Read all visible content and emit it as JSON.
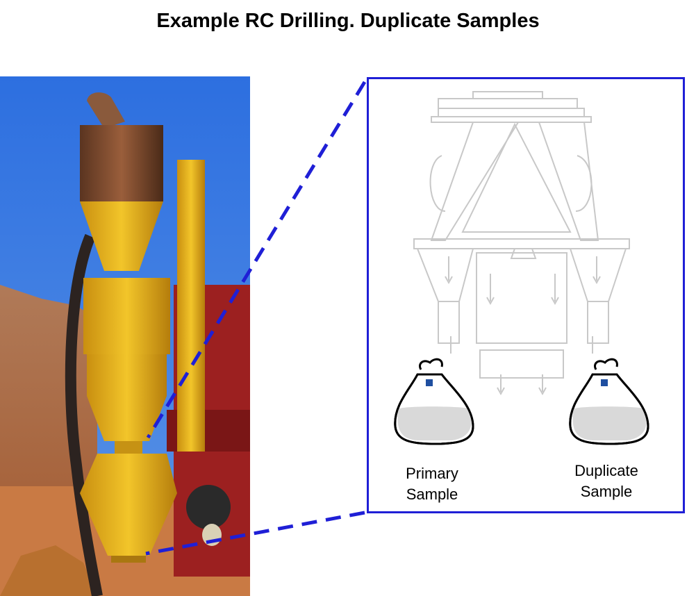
{
  "title": "Example RC Drilling. Duplicate Samples",
  "photo": {
    "subject": "rc-drill-rig-cyclone-splitter"
  },
  "inset": {
    "primary_label_line1": "Primary",
    "primary_label_line2": "Sample",
    "duplicate_label_line1": "Duplicate",
    "duplicate_label_line2": "Sample"
  },
  "colors": {
    "inset_border": "#1f1fd6",
    "sky": "#3a78d8",
    "equipment": "#e8b81c",
    "ground": "#c07a45"
  }
}
